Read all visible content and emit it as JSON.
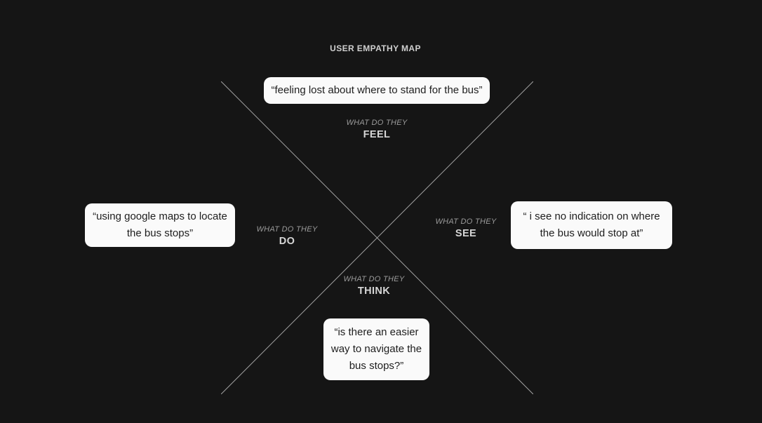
{
  "title": "USER EMPATHY MAP",
  "colors": {
    "background": "#151515",
    "card_bg": "#fafafa",
    "card_text": "#1d1d1d",
    "label_muted": "#9b9b9b",
    "label_strong": "#d6d6d6",
    "line": "#a3a3a3",
    "title_color": "#cfcfcf"
  },
  "quadrants": {
    "feel": {
      "prefix": "WHAT DO THEY",
      "name": "FEEL",
      "quote": "“feeling lost about where to stand for the bus”"
    },
    "do": {
      "prefix": "WHAT DO THEY",
      "name": "DO",
      "quote": "“using google maps to locate the bus stops”"
    },
    "see": {
      "prefix": "WHAT DO THEY",
      "name": "SEE",
      "quote": "“ i see no indication on where the bus would stop at”"
    },
    "think": {
      "prefix": "WHAT DO THEY",
      "name": "THINK",
      "quote": "“is there an easier way to navigate the bus stops?”"
    }
  }
}
